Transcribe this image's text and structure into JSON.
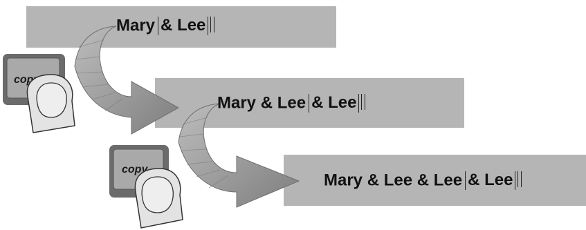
{
  "steps": [
    {
      "text": "Mary",
      "selection": "& Lee"
    },
    {
      "text": "Mary & Lee",
      "selection": "& Lee"
    },
    {
      "text": "Mary & Lee & Lee",
      "selection": "& Lee"
    }
  ],
  "key": {
    "label": "copy"
  },
  "colors": {
    "bar": "#b5b5b5",
    "arrow": "#9a9a9a",
    "key_cap": "#a9a9a9",
    "key_frame": "#6b6b6b",
    "finger": "#e3e3e3"
  }
}
